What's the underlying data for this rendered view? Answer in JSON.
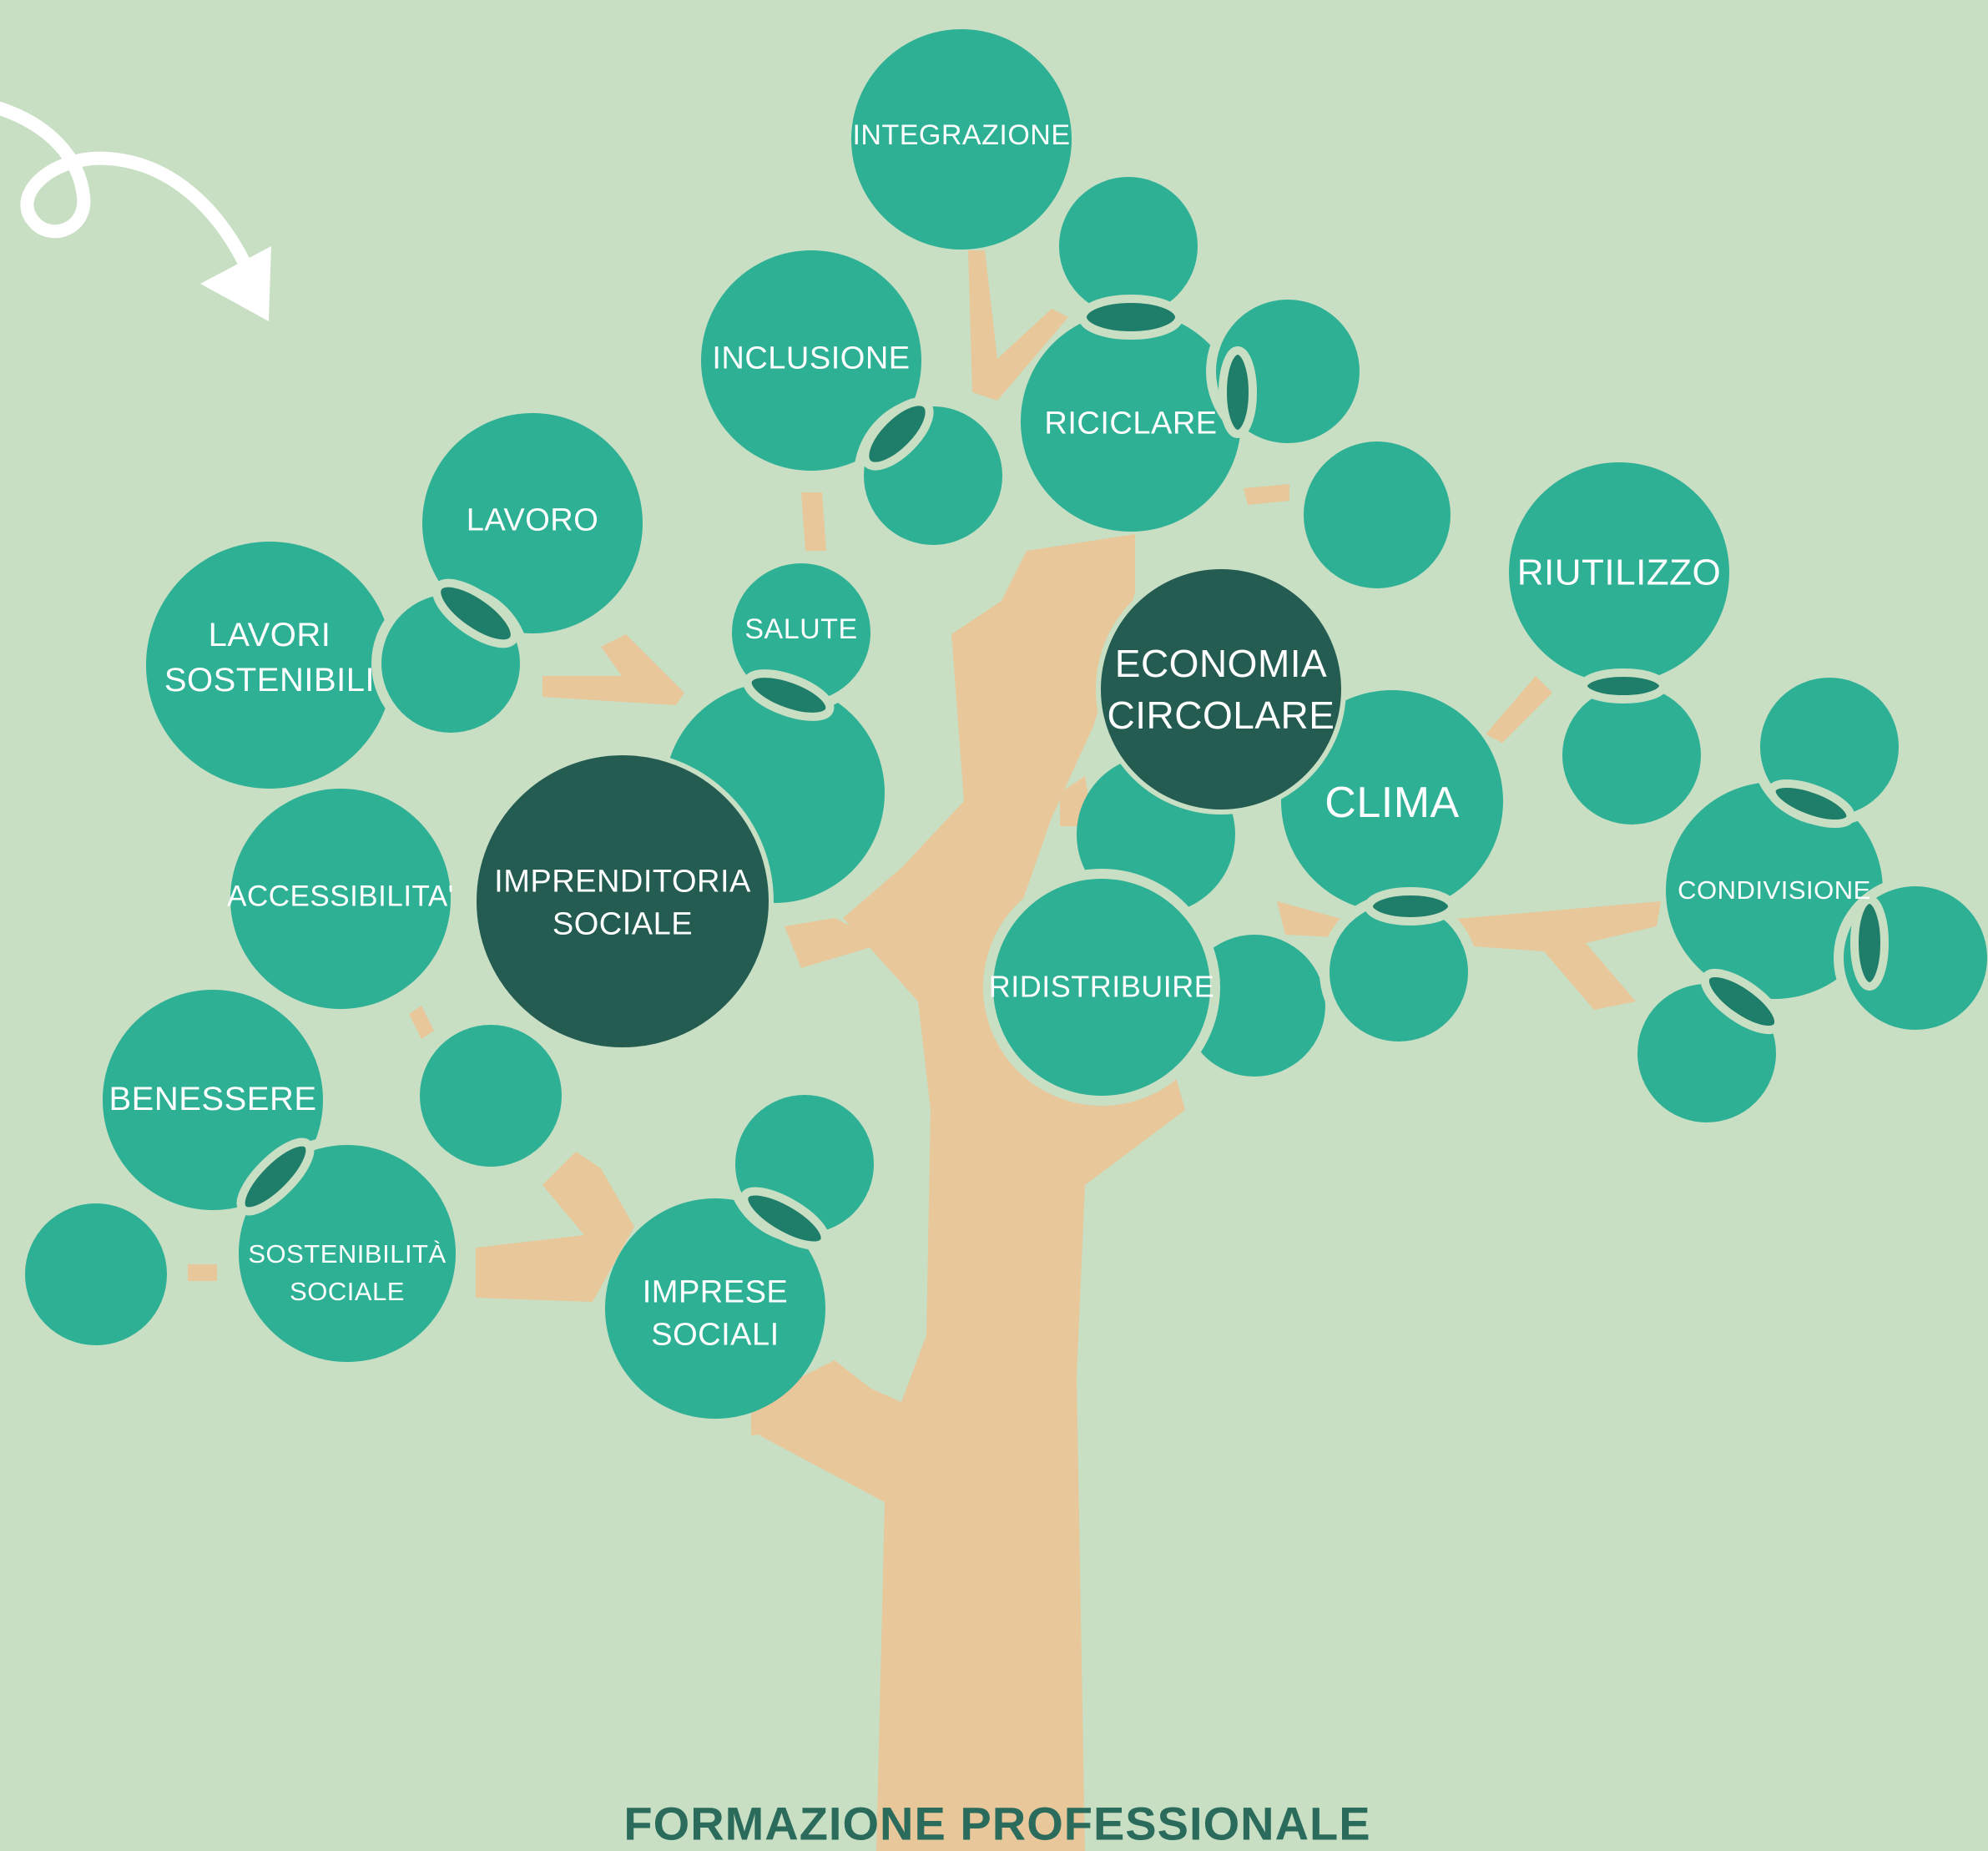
{
  "colors": {
    "background": "#c8dfc4",
    "trunk": "#e8c79a",
    "circle": "#2eb095",
    "circle_dark": "#255c52",
    "ring": "#c8dfc4",
    "lens": "#1f7e69",
    "arrow": "#ffffff",
    "footer": "#2a6b5c"
  },
  "arrow_icon": "curly-arrow-down-right",
  "labels": {
    "integrazione": "INTEGRAZIONE",
    "inclusione": "INCLUSIONE",
    "riciclare": "RICICLARE",
    "lavoro": "LAVORO",
    "salute": "SALUTE",
    "lavori_sostenibili": [
      "LAVORI",
      "SOSTENIBILI"
    ],
    "riutilizzo": "RIUTILIZZO",
    "economia_circolare": [
      "ECONOMIA",
      "CIRCOLARE"
    ],
    "clima": "CLIMA",
    "imprenditoria_sociale": [
      "IMPRENDITORIA",
      "SOCIALE"
    ],
    "accessibilita": "ACCESSIBILITA'",
    "condivisione": "CONDIVISIONE",
    "ridistribuire": "RIDISTRIBUIRE",
    "benessere": "BENESSERE",
    "sostenibilita_sociale": [
      "SOSTENIBILITÀ",
      "SOCIALE"
    ],
    "imprese_sociali": [
      "IMPRESE",
      "SOCIALI"
    ]
  },
  "footer": "FORMAZIONE PROFESSIONALE"
}
